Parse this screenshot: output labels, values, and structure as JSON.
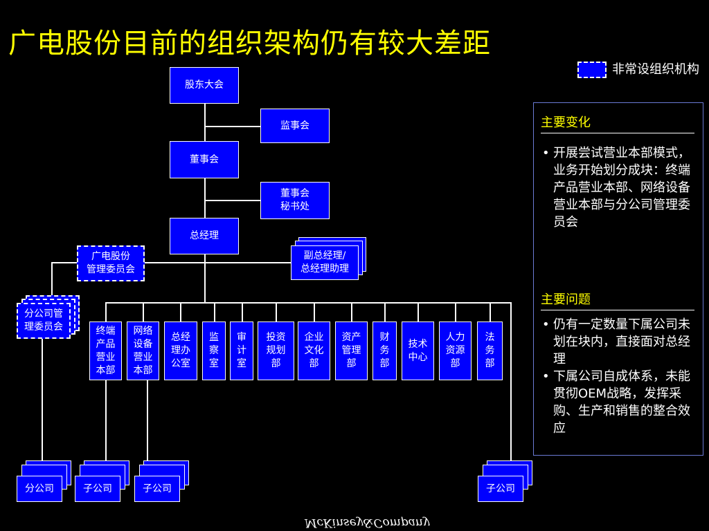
{
  "title": "广电股份目前的组织架构仍有较大差距",
  "legend": {
    "label": "非常设组织机构"
  },
  "org": {
    "shareholders": "股东大会",
    "supervisory_board": "监事会",
    "board": "董事会",
    "board_secretary": "董事会\n秘书处",
    "gm": "总经理",
    "mgmt_committee": "广电股份\n管理委员会",
    "deputy_gm": "副总经理/\n总经理助理",
    "branch_committee": "分公司管\n理委员会",
    "departments": [
      "终端\n产品\n营业\n本部",
      "网络\n设备\n营业\n本部",
      "总经\n理办\n公室",
      "监\n察\n室",
      "审\n计\n室",
      "投资\n规划\n部",
      "企业\n文化\n部",
      "资产\n管理\n部",
      "财\n务\n部",
      "技术\n中心",
      "人力\n资源\n部",
      "法\n务\n部"
    ],
    "subsidiaries": [
      "分公司",
      "子公司",
      "子公司",
      "子公司"
    ]
  },
  "panel": {
    "changes_heading": "主要变化",
    "changes": [
      "开展尝试营业本部模式，业务开始划分成块：终端产品营业本部、网络设备营业本部与分公司管理委员会"
    ],
    "issues_heading": "主要问题",
    "issues": [
      "仍有一定数量下属公司未划在块内，直接面对总经理",
      "下属公司自成体系，未能贯彻OEM战略，发挥采购、生产和销售的整合效应"
    ]
  },
  "footer": "McKinsey&Company"
}
